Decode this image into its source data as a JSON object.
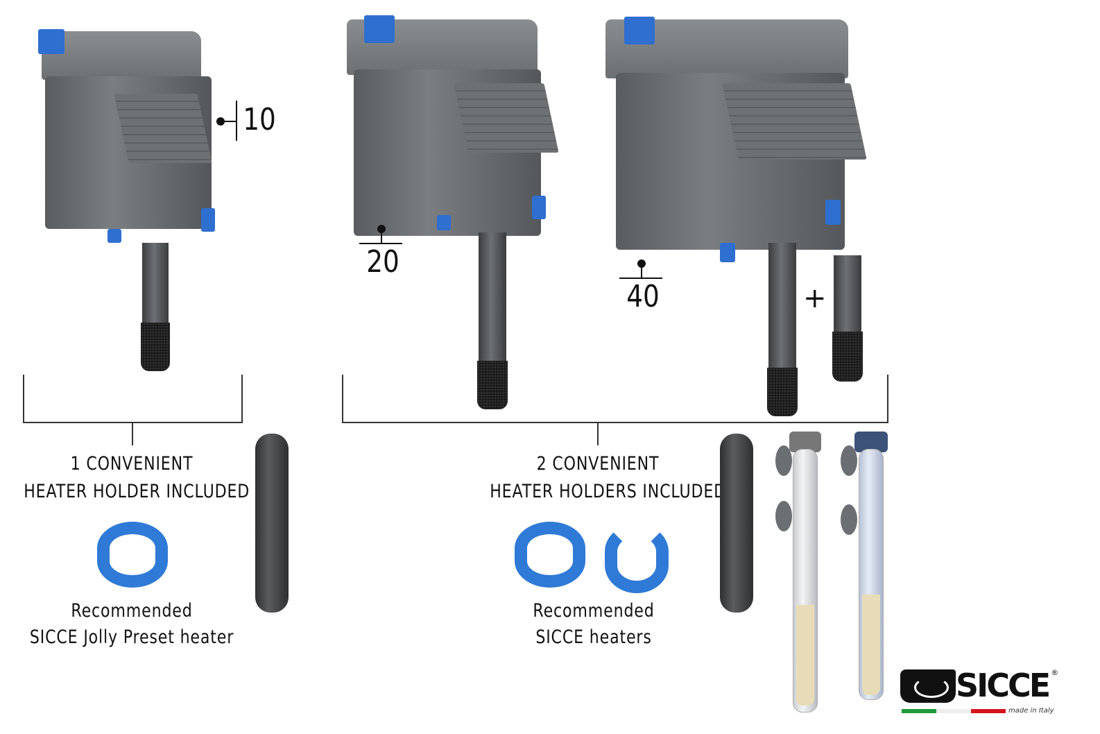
{
  "models": [
    {
      "number": "10"
    },
    {
      "number": "20"
    },
    {
      "number": "40"
    }
  ],
  "plus_symbol": "+",
  "left_group": {
    "line1": "1 CONVENIENT",
    "line2": "HEATER HOLDER INCLUDED",
    "rec1": "Recommended",
    "rec2": "SICCE Jolly Preset heater"
  },
  "right_group": {
    "line1": "2 CONVENIENT",
    "line2": "HEATER HOLDERS INCLUDED",
    "rec1": "Recommended",
    "rec2": "SICCE heaters"
  },
  "logo": {
    "brand": "SICCE",
    "registered": "®",
    "tagline": "made in Italy"
  },
  "colors": {
    "accent_blue": "#2f7ad6",
    "filter_gray": "#6d7073"
  }
}
